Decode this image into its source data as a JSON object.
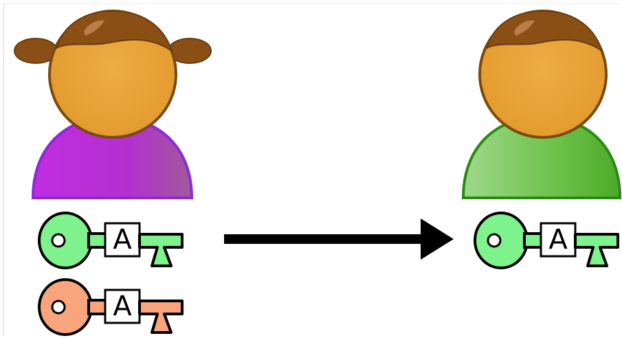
{
  "scene": {
    "sender": {
      "role": "person-with-pigtails",
      "shirt_color": "#b72bd6",
      "keys": [
        {
          "label": "A",
          "color": "#7ef28c",
          "stroke": "#000000"
        },
        {
          "label": "A",
          "color": "#f8a57e",
          "stroke": "#000000"
        }
      ]
    },
    "receiver": {
      "role": "person",
      "shirt_color": "#5fb83d",
      "keys": [
        {
          "label": "A",
          "color": "#7ef28c",
          "stroke": "#000000"
        }
      ]
    },
    "arrow": {
      "direction": "right",
      "color": "#000000"
    },
    "colors": {
      "skin": "#e8a13c",
      "skin_outline": "#7a4a10",
      "hair": "#8a4f14",
      "sender_shirt_outline": "#8a2bd6",
      "receiver_shirt_outline": "#2a8a12"
    }
  }
}
